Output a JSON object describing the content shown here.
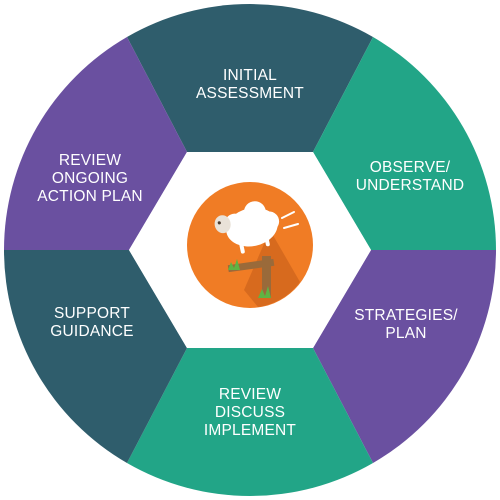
{
  "diagram": {
    "colors": {
      "teal_dark": "#2f5d6c",
      "teal_green": "#22a587",
      "purple": "#6a50a0",
      "center_fill": "#ffffff",
      "icon_orange": "#f07c25",
      "icon_shadow": "#c75f1a",
      "sheep_white": "#ffffff",
      "fence_brown": "#9a6a3a",
      "grass_green": "#5fb443"
    },
    "segments": [
      {
        "id": "initial-assessment",
        "lines": [
          "INITIAL",
          "ASSESSMENT"
        ],
        "color": "#2f5d6c"
      },
      {
        "id": "observe-understand",
        "lines": [
          "OBSERVE/",
          "UNDERSTAND"
        ],
        "color": "#22a587"
      },
      {
        "id": "strategies-plan",
        "lines": [
          "STRATEGIES/",
          "PLAN"
        ],
        "color": "#6a50a0"
      },
      {
        "id": "review-discuss-implement",
        "lines": [
          "REVIEW",
          "DISCUSS",
          "IMPLEMENT"
        ],
        "color": "#22a587"
      },
      {
        "id": "support-guidance",
        "lines": [
          "SUPPORT",
          "GUIDANCE"
        ],
        "color": "#2f5d6c"
      },
      {
        "id": "review-ongoing-action-plan",
        "lines": [
          "REVIEW",
          "ONGOING",
          "ACTION PLAN"
        ],
        "color": "#6a50a0"
      }
    ],
    "center_icon": "sheep-jumping-fence-icon"
  }
}
